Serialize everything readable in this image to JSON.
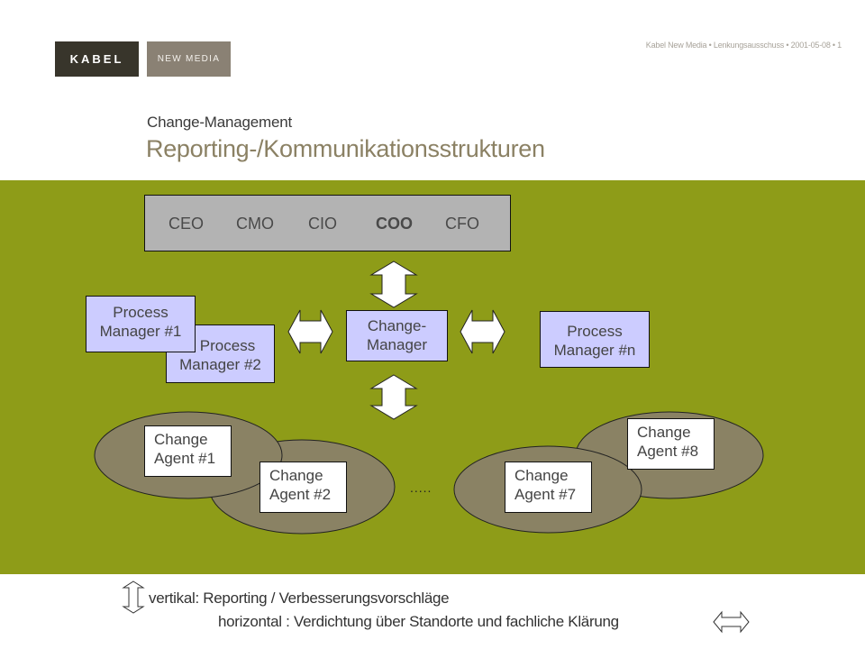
{
  "header": {
    "logo_left": "KABEL",
    "logo_right": "NEW MEDIA",
    "meta": "Kabel New Media • Lenkungsausschuss • 2001-05-08 • 1"
  },
  "slide": {
    "subtitle": "Change-Management",
    "title": "Reporting-/Kommunikationsstrukturen"
  },
  "colors": {
    "band": "#8e9c18",
    "box_fill": "#ccccff",
    "ellipse_fill": "#8a8264",
    "title": "#8b8164",
    "csuite_fill": "#b3b3b3"
  },
  "diagram": {
    "csuite": [
      {
        "label": "CEO",
        "bold": false
      },
      {
        "label": "CMO",
        "bold": false
      },
      {
        "label": "CIO",
        "bold": false
      },
      {
        "label": "COO",
        "bold": true
      },
      {
        "label": "CFO",
        "bold": false
      }
    ],
    "change_manager": {
      "line1": "Change-",
      "line2": "Manager"
    },
    "process_managers": [
      {
        "line1": "Process",
        "line2": "Manager #1"
      },
      {
        "line1": "Process",
        "line2": "Manager #2"
      },
      {
        "line1": "Process",
        "line2": "Manager #n"
      }
    ],
    "change_agents": [
      {
        "line1": "Change",
        "line2": "Agent #1"
      },
      {
        "line1": "Change",
        "line2": "Agent #2"
      },
      {
        "line1": "Change",
        "line2": "Agent #7"
      },
      {
        "line1": "Change",
        "line2": "Agent #8"
      }
    ],
    "ellipsis": "....."
  },
  "legend": {
    "vertical": "vertikal: Reporting / Verbesserungsvorschläge",
    "horizontal": "horizontal : Verdichtung über Standorte und fachliche Klärung",
    "vertical_icon": "double-arrow-vertical",
    "horizontal_icon": "double-arrow-horizontal"
  }
}
